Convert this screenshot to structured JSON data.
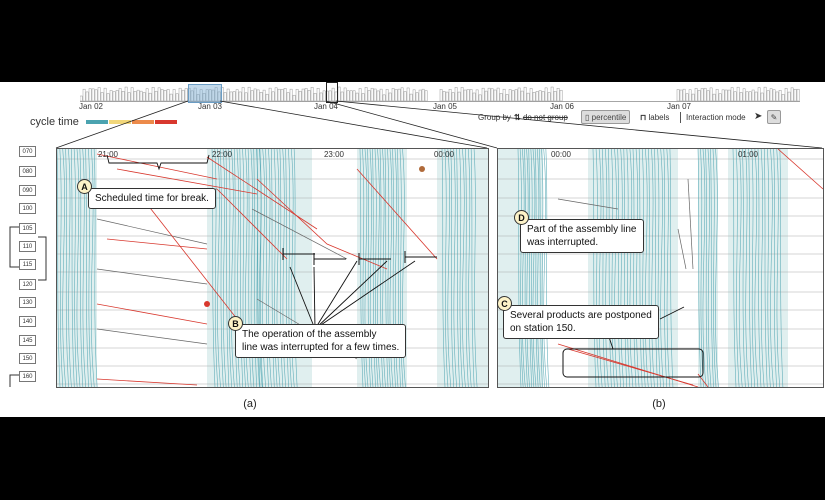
{
  "overview": {
    "dates": [
      "Jan 02",
      "Jan 03",
      "Jan 04",
      "Jan 05",
      "Jan 06",
      "Jan 07"
    ]
  },
  "legend": {
    "title": "cycle time",
    "colors": [
      "#4ba3b0",
      "#f2d77a",
      "#ec8a4a",
      "#d8382e"
    ]
  },
  "controls": {
    "group_by_label": "Group by",
    "do_not_group": "do not group",
    "percentile": "percentile",
    "labels": "labels",
    "interaction_mode": "Interaction mode"
  },
  "stations": [
    "070",
    "080",
    "090",
    "100",
    "105",
    "110",
    "115",
    "120",
    "130",
    "140",
    "145",
    "150",
    "160"
  ],
  "panel_a": {
    "times": [
      "21:00",
      "22:00",
      "23:00",
      "00:00"
    ],
    "callout_a": {
      "badge": "A",
      "text": "Scheduled time for break."
    },
    "callout_b": {
      "badge": "B",
      "line1": "The operation of the assembly",
      "line2": "line was interrupted for a few times."
    },
    "caption": "(a)"
  },
  "panel_b": {
    "times": [
      "00:00",
      "01:00"
    ],
    "callout_d": {
      "badge": "D",
      "line1": "Part of the assembly line",
      "line2": "was interrupted."
    },
    "callout_c": {
      "badge": "C",
      "line1": "Several products are postponed",
      "line2": "on station 150."
    },
    "caption": "(b)"
  }
}
